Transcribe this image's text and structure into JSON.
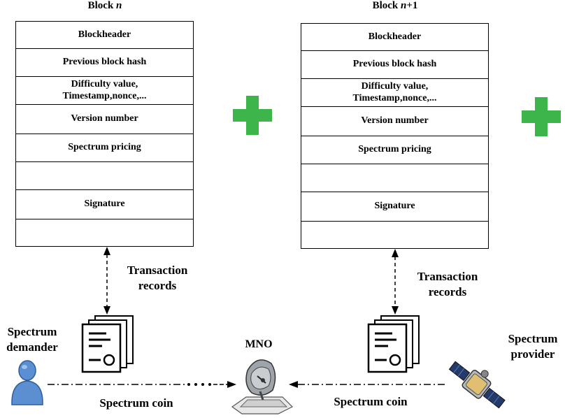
{
  "block_n": {
    "title_prefix": "Block ",
    "title_var": "n",
    "title_suffix": "",
    "rows": [
      "Blockheader",
      "Previous block hash",
      "Difficulty value,\nTimestamp,nonce,...",
      "Version number",
      "Spectrum pricing",
      "",
      "Signature",
      ""
    ]
  },
  "block_n1": {
    "title_prefix": "Block ",
    "title_var": "n",
    "title_suffix": "+1",
    "rows": [
      "Blockheader",
      "Previous block hash",
      "Difficulty value,\nTimestamp,nonce,...",
      "Version number",
      "Spectrum pricing",
      "",
      "Signature",
      ""
    ]
  },
  "labels": {
    "transaction_left": "Transaction\nrecords",
    "transaction_right": "Transaction\nrecords",
    "demander": "Spectrum\ndemander",
    "provider": "Spectrum\nprovider",
    "mno": "MNO",
    "coin_left": "Spectrum coin",
    "coin_right": "Spectrum coin"
  },
  "icons": {
    "plus": "green-plus-icon",
    "document": "document-stack-icon",
    "user": "user-icon",
    "satellite": "satellite-icon",
    "dish": "satellite-dish-icon"
  },
  "colors": {
    "plus": "#3db54a",
    "user": "#5b8fd1"
  }
}
